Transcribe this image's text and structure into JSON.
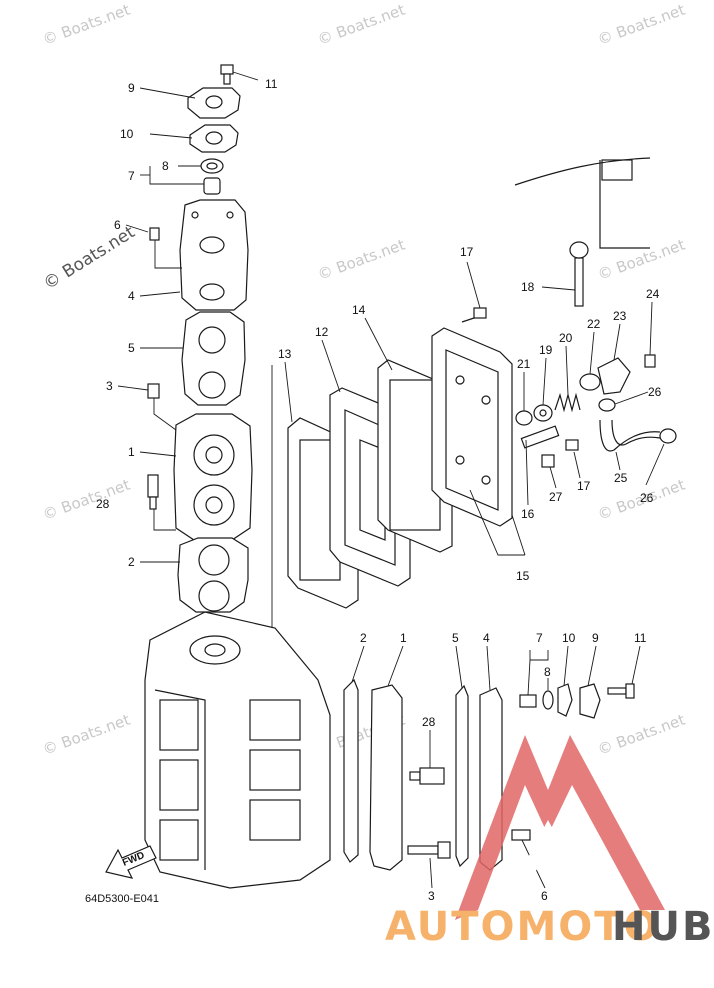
{
  "diagram": {
    "code": "64D5300-E041",
    "fwd_label": "FWD",
    "callouts": {
      "c11a": "11",
      "c9a": "9",
      "c10a": "10",
      "c8a": "8",
      "c7a": "7",
      "c6a": "6",
      "c4a": "4",
      "c5a": "5",
      "c3a": "3",
      "c1a": "1",
      "c28a": "28",
      "c2a": "2",
      "c17a": "17",
      "c18": "18",
      "c14": "14",
      "c12": "12",
      "c13": "13",
      "c24": "24",
      "c23": "23",
      "c22": "22",
      "c20": "20",
      "c19": "19",
      "c21": "21",
      "c26a": "26",
      "c17b": "17",
      "c25": "25",
      "c26b": "26",
      "c27": "27",
      "c16": "16",
      "c15": "15",
      "c2b": "2",
      "c1b": "1",
      "c5b": "5",
      "c4b": "4",
      "c7b": "7",
      "c10b": "10",
      "c9b": "9",
      "c11b": "11",
      "c8b": "8",
      "c28b": "28",
      "c3b": "3",
      "c6b": "6"
    }
  },
  "watermarks": {
    "boats": "© Boats.net",
    "boats_side": "© Boats.net"
  },
  "brand": {
    "auto": "AUTOMOTO",
    "hub": "HUB"
  },
  "colors": {
    "brand_orange": "#f6b26b",
    "brand_red": "#e06666",
    "brand_gray": "#555555"
  }
}
